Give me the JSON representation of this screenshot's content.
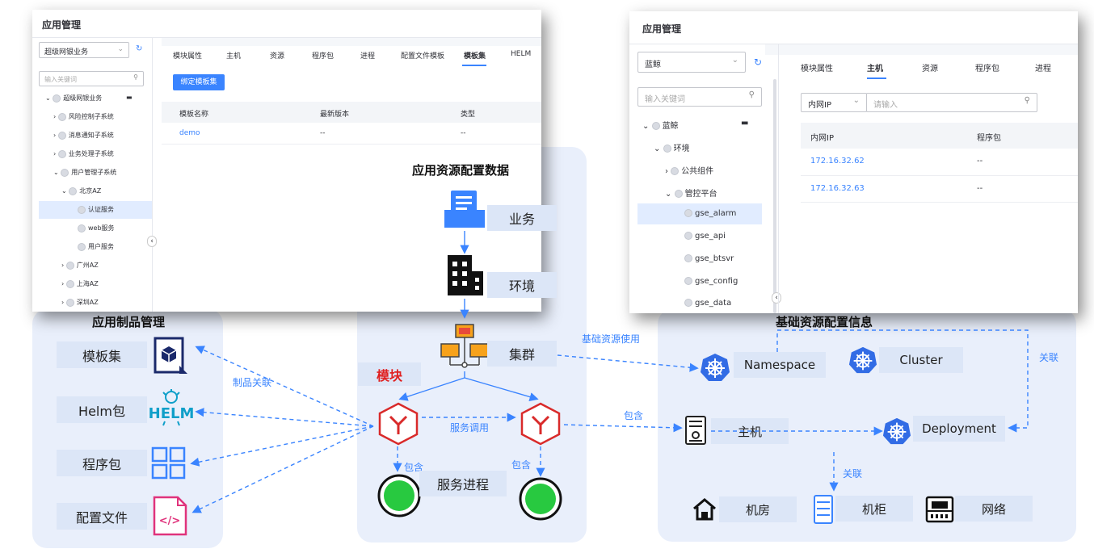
{
  "screen1": {
    "title": "应用管理",
    "business_select": "超级网银业务",
    "search_placeholder": "输入关键词",
    "tabs": [
      "模块属性",
      "主机",
      "资源",
      "程序包",
      "进程",
      "配置文件模板",
      "模板集",
      "HELM"
    ],
    "active_tab": "模板集",
    "bind_button": "绑定模板集",
    "table_headers": [
      "模板名称",
      "最新版本",
      "类型"
    ],
    "table_rows": [
      [
        "demo",
        "--",
        "--"
      ]
    ],
    "tree": [
      "超级网银业务",
      "风险控制子系统",
      "消息通知子系统",
      "业务处理子系统",
      "用户管理子系统",
      "北京AZ",
      "认证服务",
      "web服务",
      "用户服务",
      "广州AZ",
      "上海AZ",
      "深圳AZ"
    ]
  },
  "screen2": {
    "title": "应用管理",
    "business_select": "蓝鲸",
    "search_placeholder": "输入关键词",
    "tabs": [
      "模块属性",
      "主机",
      "资源",
      "程序包",
      "进程"
    ],
    "active_tab": "主机",
    "filter_select": "内网IP",
    "filter_placeholder": "请输入",
    "table_headers": [
      "内网IP",
      "程序包"
    ],
    "table_rows": [
      [
        "172.16.32.62",
        "--"
      ],
      [
        "172.16.32.63",
        "--"
      ]
    ],
    "tree": [
      "蓝鲸",
      "环境",
      "公共组件",
      "管控平台",
      "gse_alarm",
      "gse_api",
      "gse_btsvr",
      "gse_config",
      "gse_data"
    ]
  },
  "left_panel": {
    "title": "应用制品管理",
    "items": [
      "模板集",
      "Helm包",
      "程序包",
      "配置文件"
    ],
    "helm_logo_text": "HELM"
  },
  "center_panel": {
    "title": "应用资源配置数据",
    "items": [
      "业务",
      "环境",
      "集群"
    ],
    "module_label": "模块",
    "process_label": "服务进程",
    "call_label": "服务调用",
    "contain_label_1": "包含",
    "contain_label_2": "包含"
  },
  "right_panel": {
    "title": "基础资源配置信息",
    "items": [
      "Namespace",
      "Cluster",
      "主机",
      "Deployment",
      "机房",
      "机柜",
      "网络"
    ],
    "relate_label_1": "关联",
    "relate_label_2": "关联"
  },
  "connectors": {
    "artifact_relate": "制品关联",
    "base_resource_use": "基础资源使用",
    "contain": "包含"
  },
  "colors": {
    "accent": "#3a84ff",
    "module_red": "#e02020",
    "process_green": "#2dcb56",
    "panel_bg": "#e9effb",
    "label_bg": "#dce6f7"
  }
}
